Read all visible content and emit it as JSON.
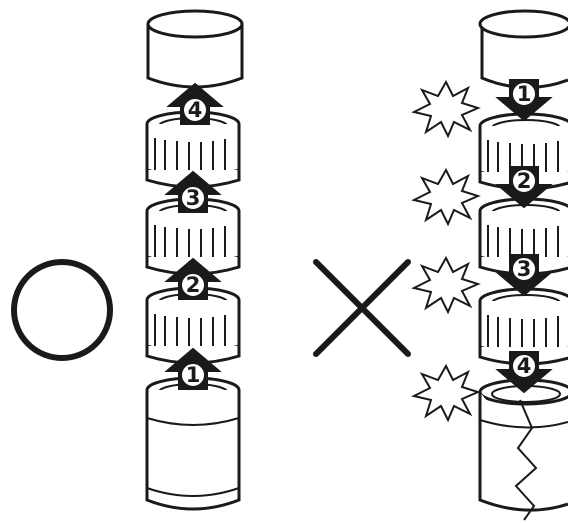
{
  "symbols": {
    "correct": "circle",
    "incorrect": "cross"
  },
  "left_stack": {
    "order": "bottom-to-top",
    "arrow_direction": "up",
    "steps": [
      "1",
      "2",
      "3",
      "4"
    ]
  },
  "right_stack": {
    "order": "top-to-bottom",
    "arrow_direction": "down",
    "steps": [
      "1",
      "2",
      "3",
      "4"
    ],
    "shows_impact_bursts": true,
    "shows_crack": true
  },
  "colors": {
    "ink": "#1a1a1a",
    "arrow_fill": "#1a1a1a",
    "background": "#ffffff"
  },
  "icons": [
    "circle-ok-icon",
    "cross-ng-icon",
    "burst-icon",
    "arrow-up-icon",
    "arrow-down-icon"
  ]
}
